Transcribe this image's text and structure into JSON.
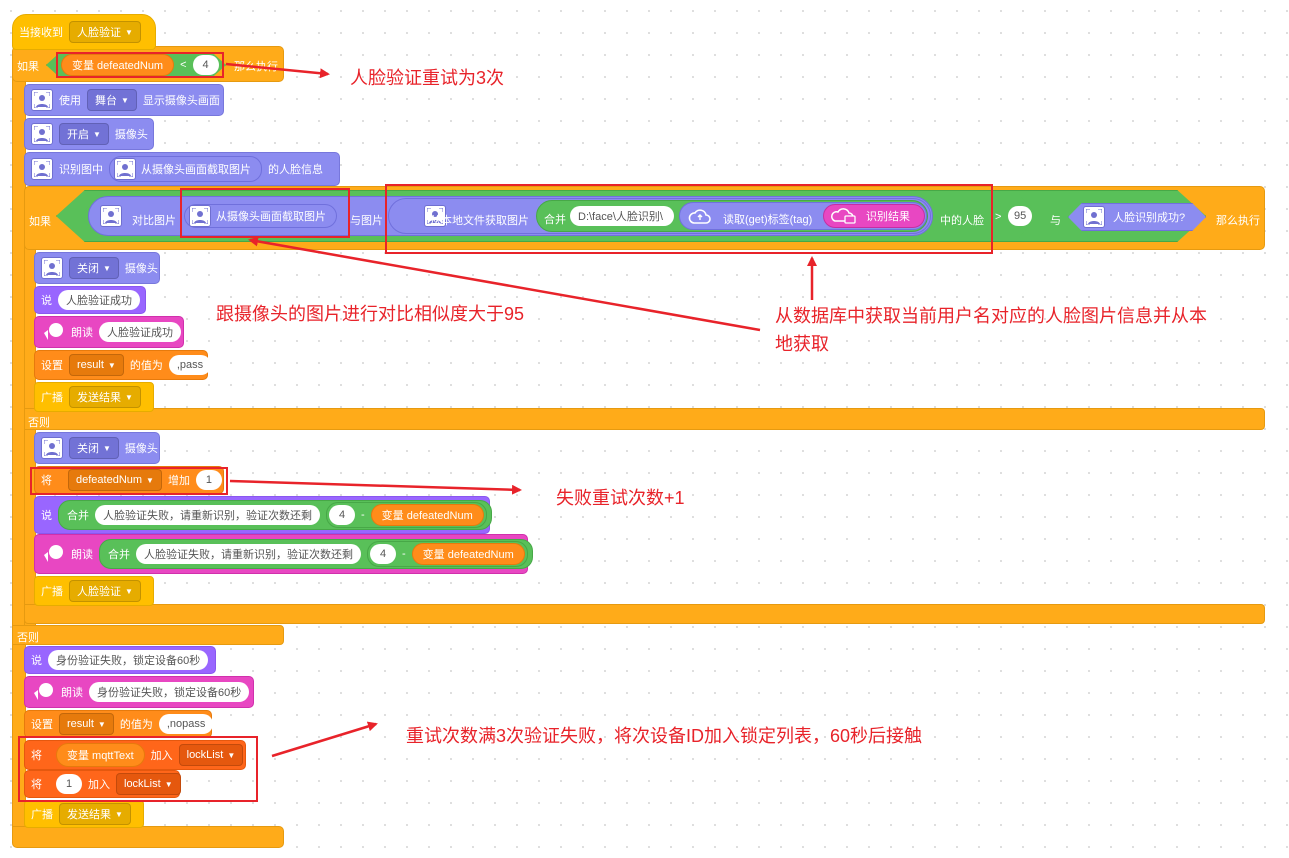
{
  "hat": {
    "label": "当接收到",
    "message": "人脸验证"
  },
  "outer_if": {
    "if_label": "如果",
    "var_block": "变量 defeatedNum",
    "op": "<",
    "value": "4",
    "then_label": "那么执行",
    "else_label": "否则"
  },
  "show_camera": {
    "use": "使用",
    "target": "舞台",
    "suffix": "显示摄像头画面"
  },
  "open_camera": {
    "state": "开启",
    "suffix": "摄像头"
  },
  "recognize": {
    "prefix": "识别图中",
    "inner": "从摄像头画面截取图片",
    "suffix": "的人脸信息"
  },
  "inner_if": {
    "if_label": "如果",
    "compare_label": "对比图片",
    "capture": "从摄像头画面截取图片",
    "with_label": "与图片",
    "local_file": "从本地文件获取图片",
    "join": "合并",
    "path": "D:\\face\\人脸识别\\",
    "get_tag": "读取(get)标签(tag)",
    "result_tag": "识别结果",
    "middle": "中的人脸",
    "gt": ">",
    "threshold": "95",
    "and": "与",
    "success_q": "人脸识别成功?",
    "then_label": "那么执行",
    "else_label": "否则"
  },
  "success_branch": {
    "close_camera": {
      "state": "关闭",
      "suffix": "摄像头"
    },
    "say": {
      "label": "说",
      "text": "人脸验证成功"
    },
    "speak": {
      "label": "朗读",
      "text": "人脸验证成功"
    },
    "set_result": {
      "label": "设置",
      "var": "result",
      "mid": "的值为",
      "value": ",pass"
    },
    "broadcast": {
      "label": "广播",
      "message": "发送结果"
    }
  },
  "retry_branch": {
    "close_camera": {
      "state": "关闭",
      "suffix": "摄像头"
    },
    "change": {
      "label": "将",
      "var": "defeatedNum",
      "mid": "增加",
      "value": "1"
    },
    "say": {
      "label": "说",
      "join": "合并",
      "text": "人脸验证失败，请重新识别，验证次数还剩",
      "num": "4",
      "minus": "-",
      "var": "变量 defeatedNum"
    },
    "speak": {
      "label": "朗读",
      "join": "合并",
      "text": "人脸验证失败，请重新识别，验证次数还剩",
      "num": "4",
      "minus": "-",
      "var": "变量 defeatedNum"
    },
    "broadcast": {
      "label": "广播",
      "message": "人脸验证"
    }
  },
  "lock_branch": {
    "say": {
      "label": "说",
      "text": "身份验证失败，锁定设备60秒"
    },
    "speak": {
      "label": "朗读",
      "text": "身份验证失败，锁定设备60秒"
    },
    "set_result": {
      "label": "设置",
      "var": "result",
      "mid": "的值为",
      "value": ",nopass"
    },
    "add1": {
      "label": "将",
      "var": "变量 mqttText",
      "mid": "加入",
      "list": "lockList"
    },
    "add2": {
      "label": "将",
      "value": "1",
      "mid": "加入",
      "list": "lockList"
    },
    "broadcast": {
      "label": "广播",
      "message": "发送结果"
    }
  },
  "annotations": {
    "retry3": "人脸验证重试为3次",
    "compare95": "跟摄像头的图片进行对比相似度大于95",
    "fromdb_line1": "从数据库中获取当前用户名对应的人脸图片信息并从本",
    "fromdb_line2": "地获取",
    "plus1": "失败重试次数+1",
    "lock": "重试次数满3次验证失败，将次设备ID加入锁定列表，60秒后接触"
  },
  "colors": {
    "events": "#FFBF00",
    "control": "#FFAB19",
    "looks": "#9966FF",
    "face": "#8C8CF0",
    "speak": "#E847C2",
    "variables": "#FF8C1A",
    "lists": "#FF661A",
    "operators": "#59C059",
    "annotation": "#E8232A"
  }
}
